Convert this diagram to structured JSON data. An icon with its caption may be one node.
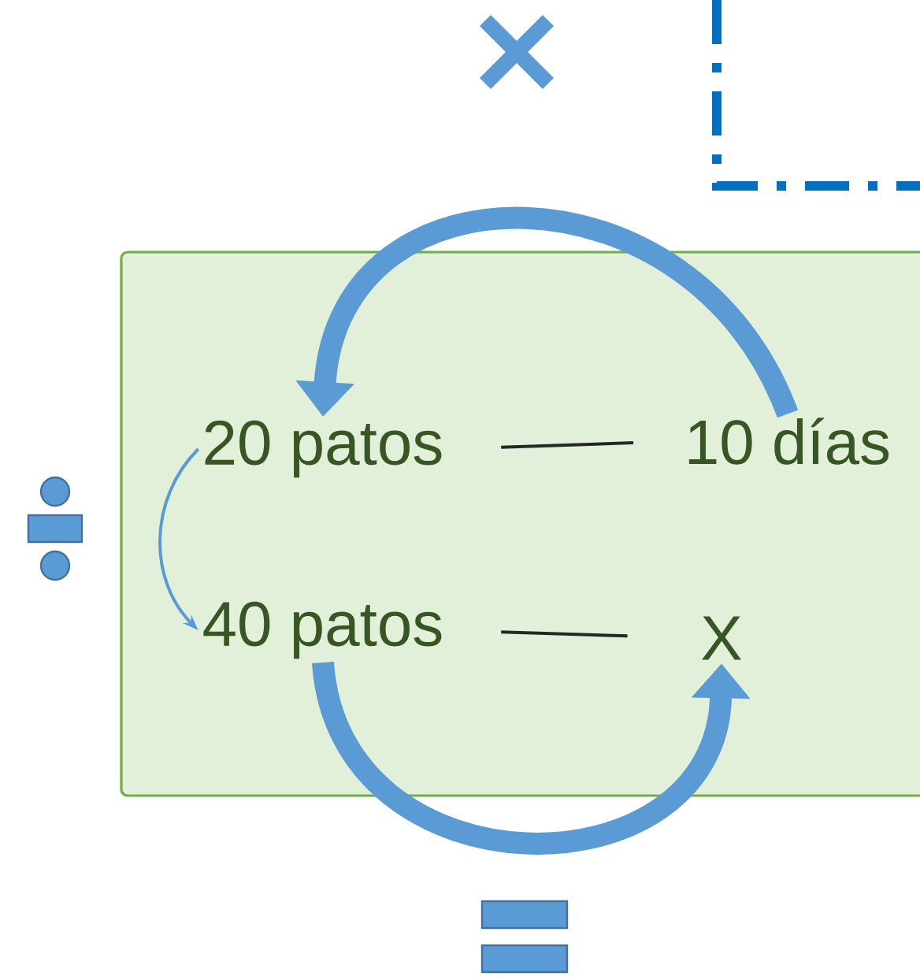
{
  "diagram": {
    "nodes": [
      {
        "text": [],
        "shape": "box"
      },
      {
        "text": [
          "20 patos"
        ],
        "in": 0
      },
      {
        "text": [
          "10 días"
        ],
        "in": 0
      },
      {
        "text": [
          "40 patos"
        ],
        "in": 0
      },
      {
        "text": [
          "X"
        ],
        "in": 0
      }
    ],
    "edges": [
      {
        "from": 1,
        "to": 2,
        "arrow": "none",
        "color": "#262626"
      },
      {
        "from": 3,
        "to": 4,
        "arrow": "none",
        "color": "#262626"
      },
      {
        "from": 2,
        "to": 1,
        "arrow": "to",
        "style": "thick"
      },
      {
        "from": 1,
        "to": 3,
        "arrow": "to"
      },
      {
        "from": 3,
        "to": 4,
        "arrow": "to",
        "style": "thick"
      }
    ]
  }
}
